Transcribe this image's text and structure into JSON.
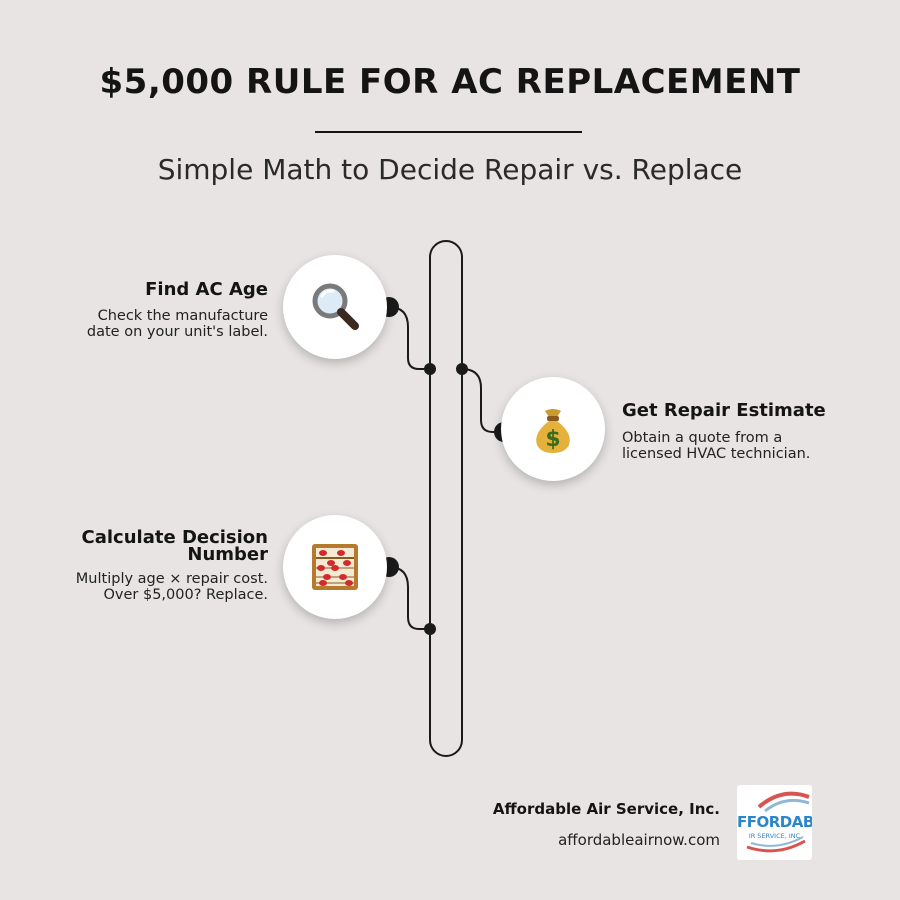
{
  "header": {
    "title": "$5,000 RULE FOR AC REPLACEMENT",
    "subtitle": "Simple Math to Decide Repair vs. Replace"
  },
  "steps": [
    {
      "title": "Find AC Age",
      "description_lines": [
        "Check the manufacture",
        "date on your unit's label."
      ],
      "icon": "magnifying-glass-icon"
    },
    {
      "title": "Get Repair Estimate",
      "description_lines": [
        "Obtain a quote from a",
        "licensed HVAC technician."
      ],
      "icon": "money-bag-icon"
    },
    {
      "title_lines": [
        "Calculate Decision",
        "Number"
      ],
      "description_lines": [
        "Multiply age × repair cost.",
        "Over $5,000? Replace."
      ],
      "icon": "abacus-icon"
    }
  ],
  "footer": {
    "company": "Affordable Air Service, Inc.",
    "website": "affordableairnow.com",
    "logo_text": "FFORDABL",
    "logo_subtext": "IR SERVICE, INC"
  },
  "colors": {
    "background": "#e7e4e3",
    "line": "#1a1a1a",
    "logo_blue": "#2a86c9",
    "logo_red": "#d9534f"
  }
}
